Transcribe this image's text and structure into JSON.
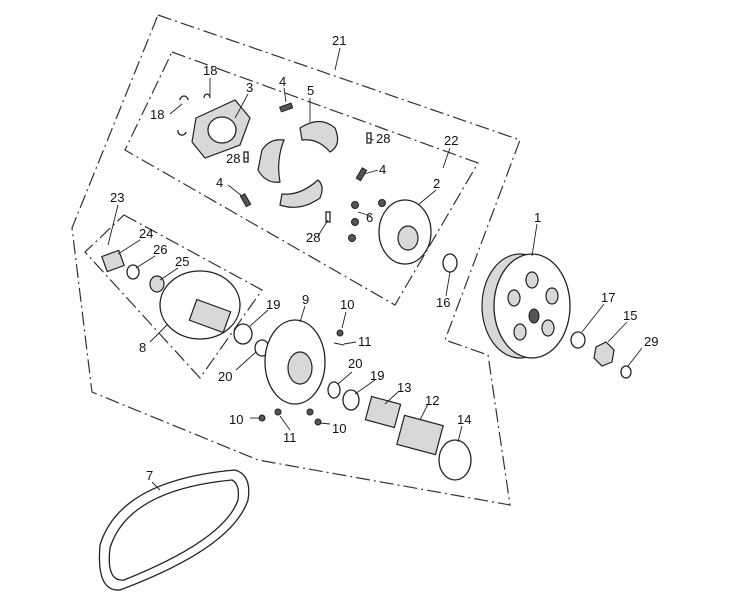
{
  "callouts": [
    {
      "id": "c21",
      "text": "21"
    },
    {
      "id": "c22",
      "text": "22"
    },
    {
      "id": "c23",
      "text": "23"
    },
    {
      "id": "c18a",
      "text": "18"
    },
    {
      "id": "c18b",
      "text": "18"
    },
    {
      "id": "c3",
      "text": "3"
    },
    {
      "id": "c4a",
      "text": "4"
    },
    {
      "id": "c5",
      "text": "5"
    },
    {
      "id": "c28a",
      "text": "28"
    },
    {
      "id": "c28b",
      "text": "28"
    },
    {
      "id": "c4b",
      "text": "4"
    },
    {
      "id": "c4c",
      "text": "4"
    },
    {
      "id": "c2",
      "text": "2"
    },
    {
      "id": "c6",
      "text": "6"
    },
    {
      "id": "c28c",
      "text": "28"
    },
    {
      "id": "c1",
      "text": "1"
    },
    {
      "id": "c16",
      "text": "16"
    },
    {
      "id": "c17",
      "text": "17"
    },
    {
      "id": "c15",
      "text": "15"
    },
    {
      "id": "c29",
      "text": "29"
    },
    {
      "id": "c24",
      "text": "24"
    },
    {
      "id": "c26",
      "text": "26"
    },
    {
      "id": "c25",
      "text": "25"
    },
    {
      "id": "c8",
      "text": "8"
    },
    {
      "id": "c19a",
      "text": "19"
    },
    {
      "id": "c9",
      "text": "9"
    },
    {
      "id": "c10a",
      "text": "10"
    },
    {
      "id": "c11a",
      "text": "11"
    },
    {
      "id": "c20a",
      "text": "20"
    },
    {
      "id": "c20b",
      "text": "20"
    },
    {
      "id": "c19b",
      "text": "19"
    },
    {
      "id": "c13",
      "text": "13"
    },
    {
      "id": "c12",
      "text": "12"
    },
    {
      "id": "c14",
      "text": "14"
    },
    {
      "id": "c10b",
      "text": "10"
    },
    {
      "id": "c11b",
      "text": "11"
    },
    {
      "id": "c10c",
      "text": "10"
    },
    {
      "id": "c7",
      "text": "7"
    }
  ]
}
